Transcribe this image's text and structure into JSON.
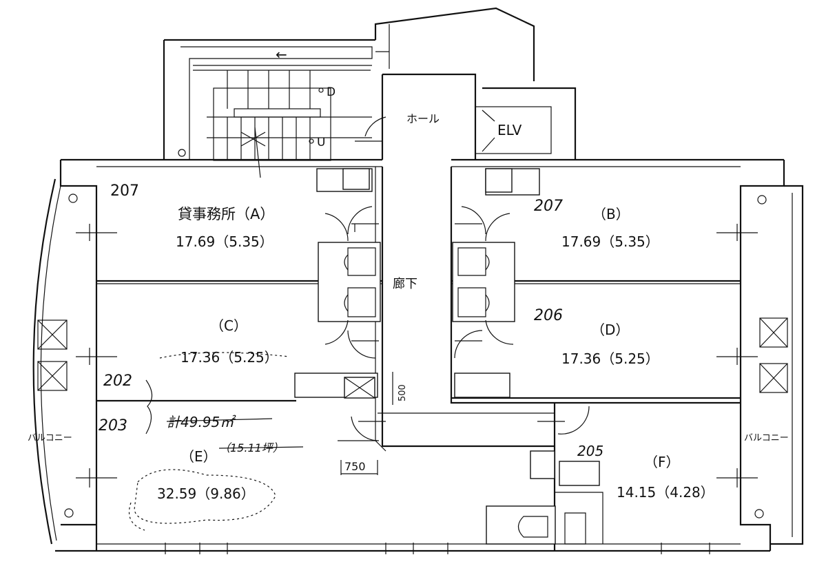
{
  "rooms": {
    "A": {
      "number": "207",
      "name": "貸事務所（A）",
      "area": "17.69（5.35）"
    },
    "B": {
      "number": "207",
      "name": "（B）",
      "area": "17.69（5.35）"
    },
    "C": {
      "name": "（C）",
      "area": "17.36（5.25）"
    },
    "D": {
      "number": "206",
      "name": "（D）",
      "area": "17.36（5.25）"
    },
    "E": {
      "name": "（E）",
      "area": "32.59（9.86）"
    },
    "F": {
      "number": "205",
      "name": "（F）",
      "area": "14.15（4.28）"
    }
  },
  "common": {
    "hall": "ホール",
    "elevator": "ELV",
    "corridor": "廊下",
    "balcony_left": "バルコニー",
    "balcony_right": "バルコニー",
    "stair_down": "D",
    "stair_up": "U",
    "stair_arrow": "←"
  },
  "annotations": {
    "note_202": "202",
    "note_203": "203",
    "total": "計49.95㎡",
    "total_tsubo": "（15.11坪）",
    "dim_750": "750",
    "dim_500": "500"
  }
}
